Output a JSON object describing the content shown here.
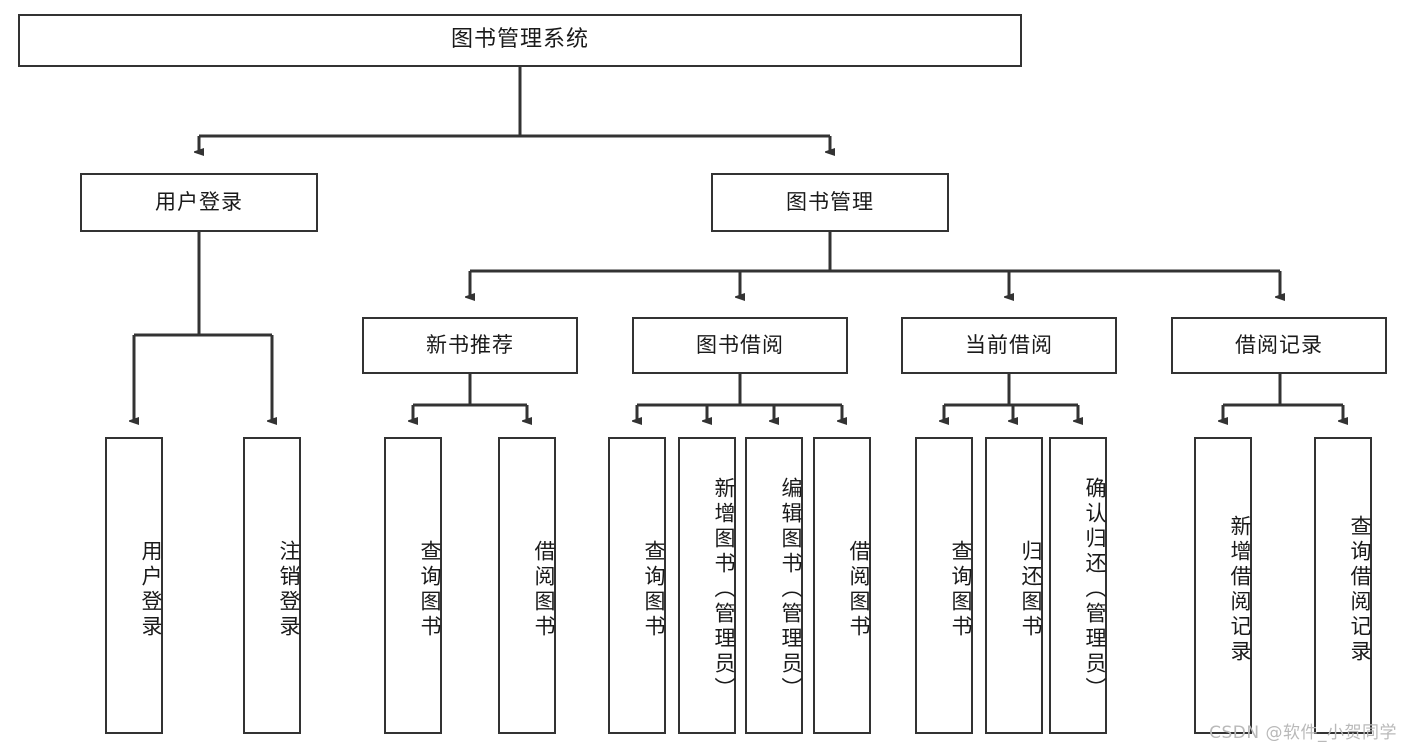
{
  "diagram": {
    "title": "图书管理系统",
    "type": "tree-hierarchy",
    "background_color": "#ffffff",
    "line_color": "#333333",
    "box_fill": "#ffffff",
    "text_color": "#1a1a1a",
    "root": {
      "id": "root",
      "label": "图书管理系统"
    },
    "level2": [
      {
        "id": "user-login",
        "label": "用户登录"
      },
      {
        "id": "book-manage",
        "label": "图书管理"
      }
    ],
    "level3": [
      {
        "id": "new-book-recommend",
        "label": "新书推荐",
        "parent": "book-manage"
      },
      {
        "id": "book-borrow",
        "label": "图书借阅",
        "parent": "book-manage"
      },
      {
        "id": "current-borrow",
        "label": "当前借阅",
        "parent": "book-manage"
      },
      {
        "id": "borrow-record",
        "label": "借阅记录",
        "parent": "book-manage"
      }
    ],
    "leaves": {
      "user-login": [
        {
          "id": "leaf-user-login",
          "label": "用户登录"
        },
        {
          "id": "leaf-logout",
          "label": "注销登录"
        }
      ],
      "new-book-recommend": [
        {
          "id": "leaf-query-book-1",
          "label": "查询图书"
        },
        {
          "id": "leaf-borrow-book-1",
          "label": "借阅图书"
        }
      ],
      "book-borrow": [
        {
          "id": "leaf-query-book-2",
          "label": "查询图书"
        },
        {
          "id": "leaf-add-book",
          "label": "新增图书（管理员）"
        },
        {
          "id": "leaf-edit-book",
          "label": "编辑图书（管理员）"
        },
        {
          "id": "leaf-borrow-book-2",
          "label": "借阅图书"
        }
      ],
      "current-borrow": [
        {
          "id": "leaf-query-book-3",
          "label": "查询图书"
        },
        {
          "id": "leaf-return-book",
          "label": "归还图书"
        },
        {
          "id": "leaf-confirm-return",
          "label": "确认归还（管理员）"
        }
      ],
      "borrow-record": [
        {
          "id": "leaf-add-record",
          "label": "新增借阅记录"
        },
        {
          "id": "leaf-query-record",
          "label": "查询借阅记录"
        }
      ]
    },
    "watermark": "CSDN @软件_小贺同学"
  }
}
